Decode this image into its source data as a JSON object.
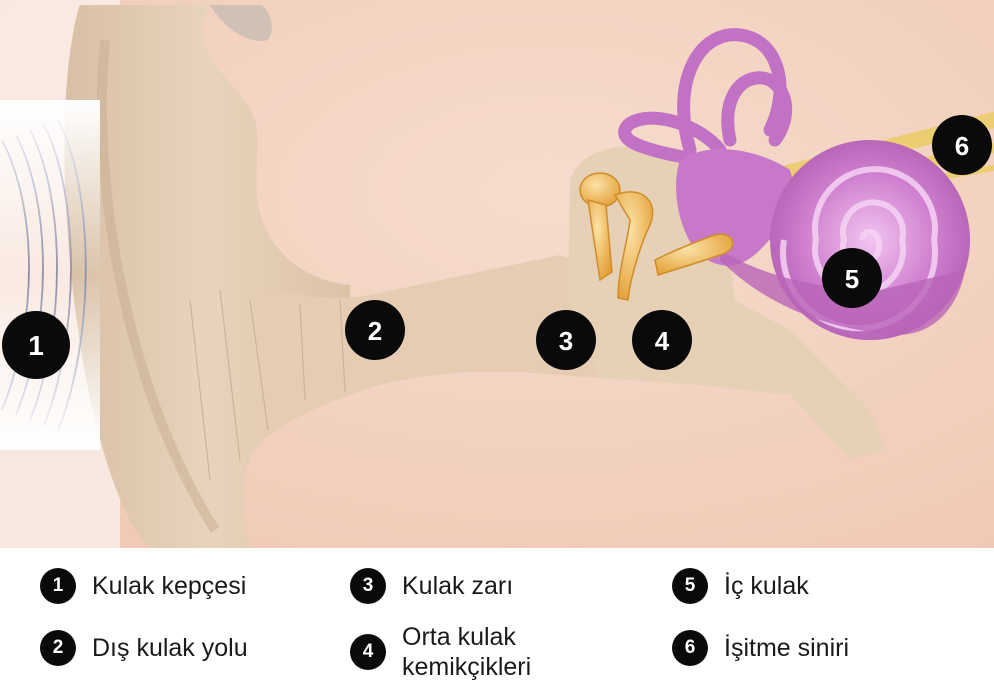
{
  "markers": [
    "1",
    "2",
    "3",
    "4",
    "5",
    "6"
  ],
  "legend": [
    {
      "number": "1",
      "label": "Kulak kepçesi"
    },
    {
      "number": "2",
      "label": "Dış kulak yolu"
    },
    {
      "number": "3",
      "label": "Kulak zarı"
    },
    {
      "number": "4",
      "label": "Orta kulak\nkemikçikleri"
    },
    {
      "number": "5",
      "label": "İç kulak"
    },
    {
      "number": "6",
      "label": "İşitme siniri"
    }
  ],
  "colors": {
    "background_skin": "#f4d6c6",
    "ear_tissue": "#e7ceb4",
    "ossicles": "#e8a93a",
    "inner_ear": "#c978c9",
    "nerve": "#efd27a",
    "badge": "#0a0a0a",
    "sound_waves": "#8c8faa"
  }
}
